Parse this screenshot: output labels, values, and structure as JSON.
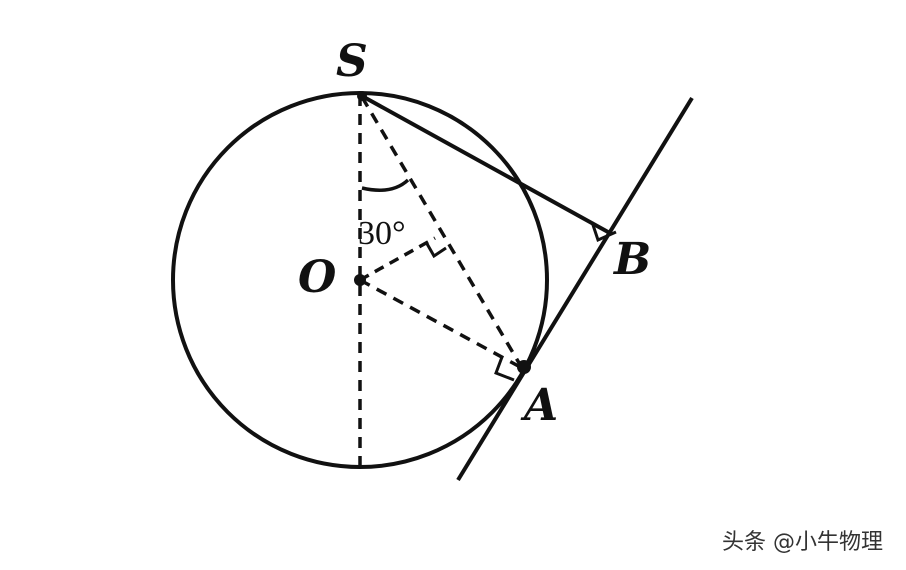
{
  "diagram": {
    "points": {
      "S": "S",
      "O": "O",
      "A": "A",
      "B": "B"
    },
    "angle_label": "30°",
    "colors": {
      "stroke": "#111111",
      "background": "#ffffff"
    }
  },
  "watermark": {
    "text": "头条 @小牛物理"
  }
}
